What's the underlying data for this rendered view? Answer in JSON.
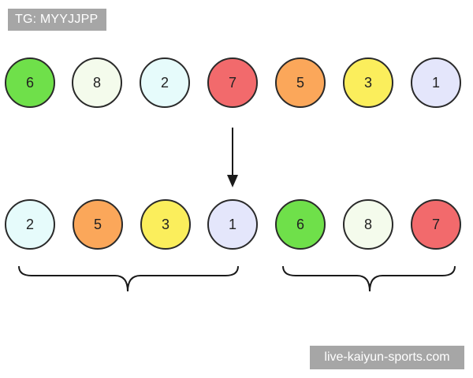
{
  "watermarks": {
    "top": "TG: MYYJJPP",
    "bottom": "live-kaiyun-sports.com"
  },
  "colors": {
    "green": "#6fe04a",
    "pale_green": "#f4fbec",
    "pale_cyan": "#e6fbfb",
    "red": "#f26a6c",
    "orange": "#fba75a",
    "yellow": "#fbee5c",
    "lavender": "#e4e6fb"
  },
  "rows": {
    "before": [
      {
        "label": "6",
        "color": "#6fe04a"
      },
      {
        "label": "8",
        "color": "#f4fbec"
      },
      {
        "label": "2",
        "color": "#e6fbfb"
      },
      {
        "label": "7",
        "color": "#f26a6c"
      },
      {
        "label": "5",
        "color": "#fba75a"
      },
      {
        "label": "3",
        "color": "#fbee5c"
      },
      {
        "label": "1",
        "color": "#e4e6fb"
      }
    ],
    "after": [
      {
        "label": "2",
        "color": "#e6fbfb"
      },
      {
        "label": "5",
        "color": "#fba75a"
      },
      {
        "label": "3",
        "color": "#fbee5c"
      },
      {
        "label": "1",
        "color": "#e4e6fb"
      },
      {
        "label": "6",
        "color": "#6fe04a"
      },
      {
        "label": "8",
        "color": "#f4fbec"
      },
      {
        "label": "7",
        "color": "#f26a6c"
      }
    ]
  }
}
